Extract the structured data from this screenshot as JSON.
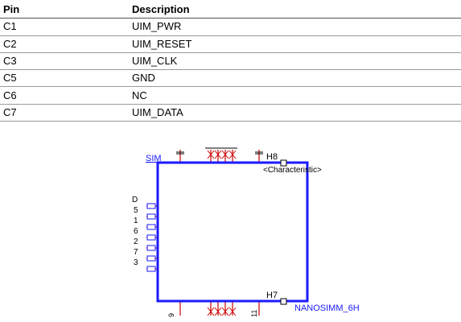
{
  "table": {
    "headers": [
      "Pin",
      "Description"
    ],
    "rows": [
      {
        "pin": "C1",
        "desc": "UIM_PWR"
      },
      {
        "pin": "C2",
        "desc": "UIM_RESET"
      },
      {
        "pin": "C3",
        "desc": "UIM_CLK"
      },
      {
        "pin": "C5",
        "desc": "GND"
      },
      {
        "pin": "C6",
        "desc": "NC"
      },
      {
        "pin": "C7",
        "desc": "UIM_DATA"
      }
    ]
  },
  "schematic": {
    "ref": "SIM",
    "pin_h8": "H8",
    "characteristic": "<Characteristic>",
    "pin_h7": "H7",
    "part_name": "NANOSIMM_6H",
    "left_labels": [
      "D",
      "5",
      "1",
      "6",
      "2",
      "7",
      "3"
    ],
    "bottom_label_left": "9",
    "bottom_label_right": "11",
    "colors": {
      "body": "#1a1aff",
      "pin": "#cc0000",
      "label": "#1a1aff"
    }
  }
}
